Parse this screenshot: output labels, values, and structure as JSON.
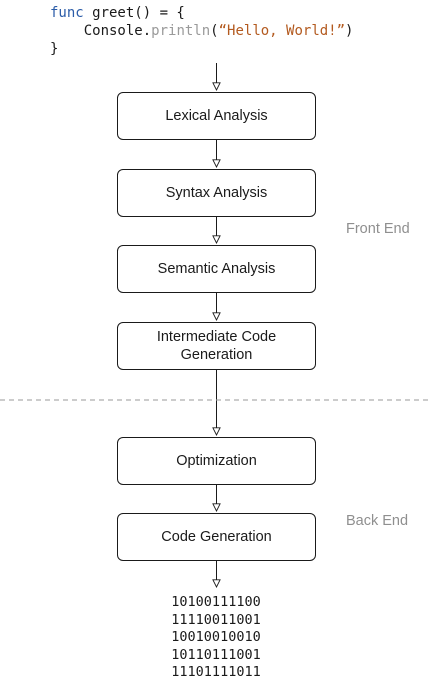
{
  "code": {
    "line1": {
      "keyword": "func",
      "signature": " greet() = {"
    },
    "line2": {
      "receiver": "    Console.",
      "method": "println",
      "open": "(",
      "string": "“Hello, World!”",
      "close": ")"
    },
    "line3": {
      "text": "}"
    }
  },
  "stages": [
    {
      "label": "Lexical Analysis"
    },
    {
      "label": "Syntax Analysis"
    },
    {
      "label": "Semantic Analysis"
    },
    {
      "label": "Intermediate Code Generation"
    },
    {
      "label": "Optimization"
    },
    {
      "label": "Code Generation"
    }
  ],
  "sections": {
    "front_end": "Front End",
    "back_end": "Back End"
  },
  "output_binary": [
    "10100111100",
    "11110011001",
    "10010010010",
    "10110111001",
    "11101111011"
  ],
  "colors": {
    "keyword": "#2b5ca8",
    "method": "#9a9a9a",
    "string": "#b35a1f",
    "section_label": "#8f8f8f",
    "stroke": "#1a1a1a"
  }
}
